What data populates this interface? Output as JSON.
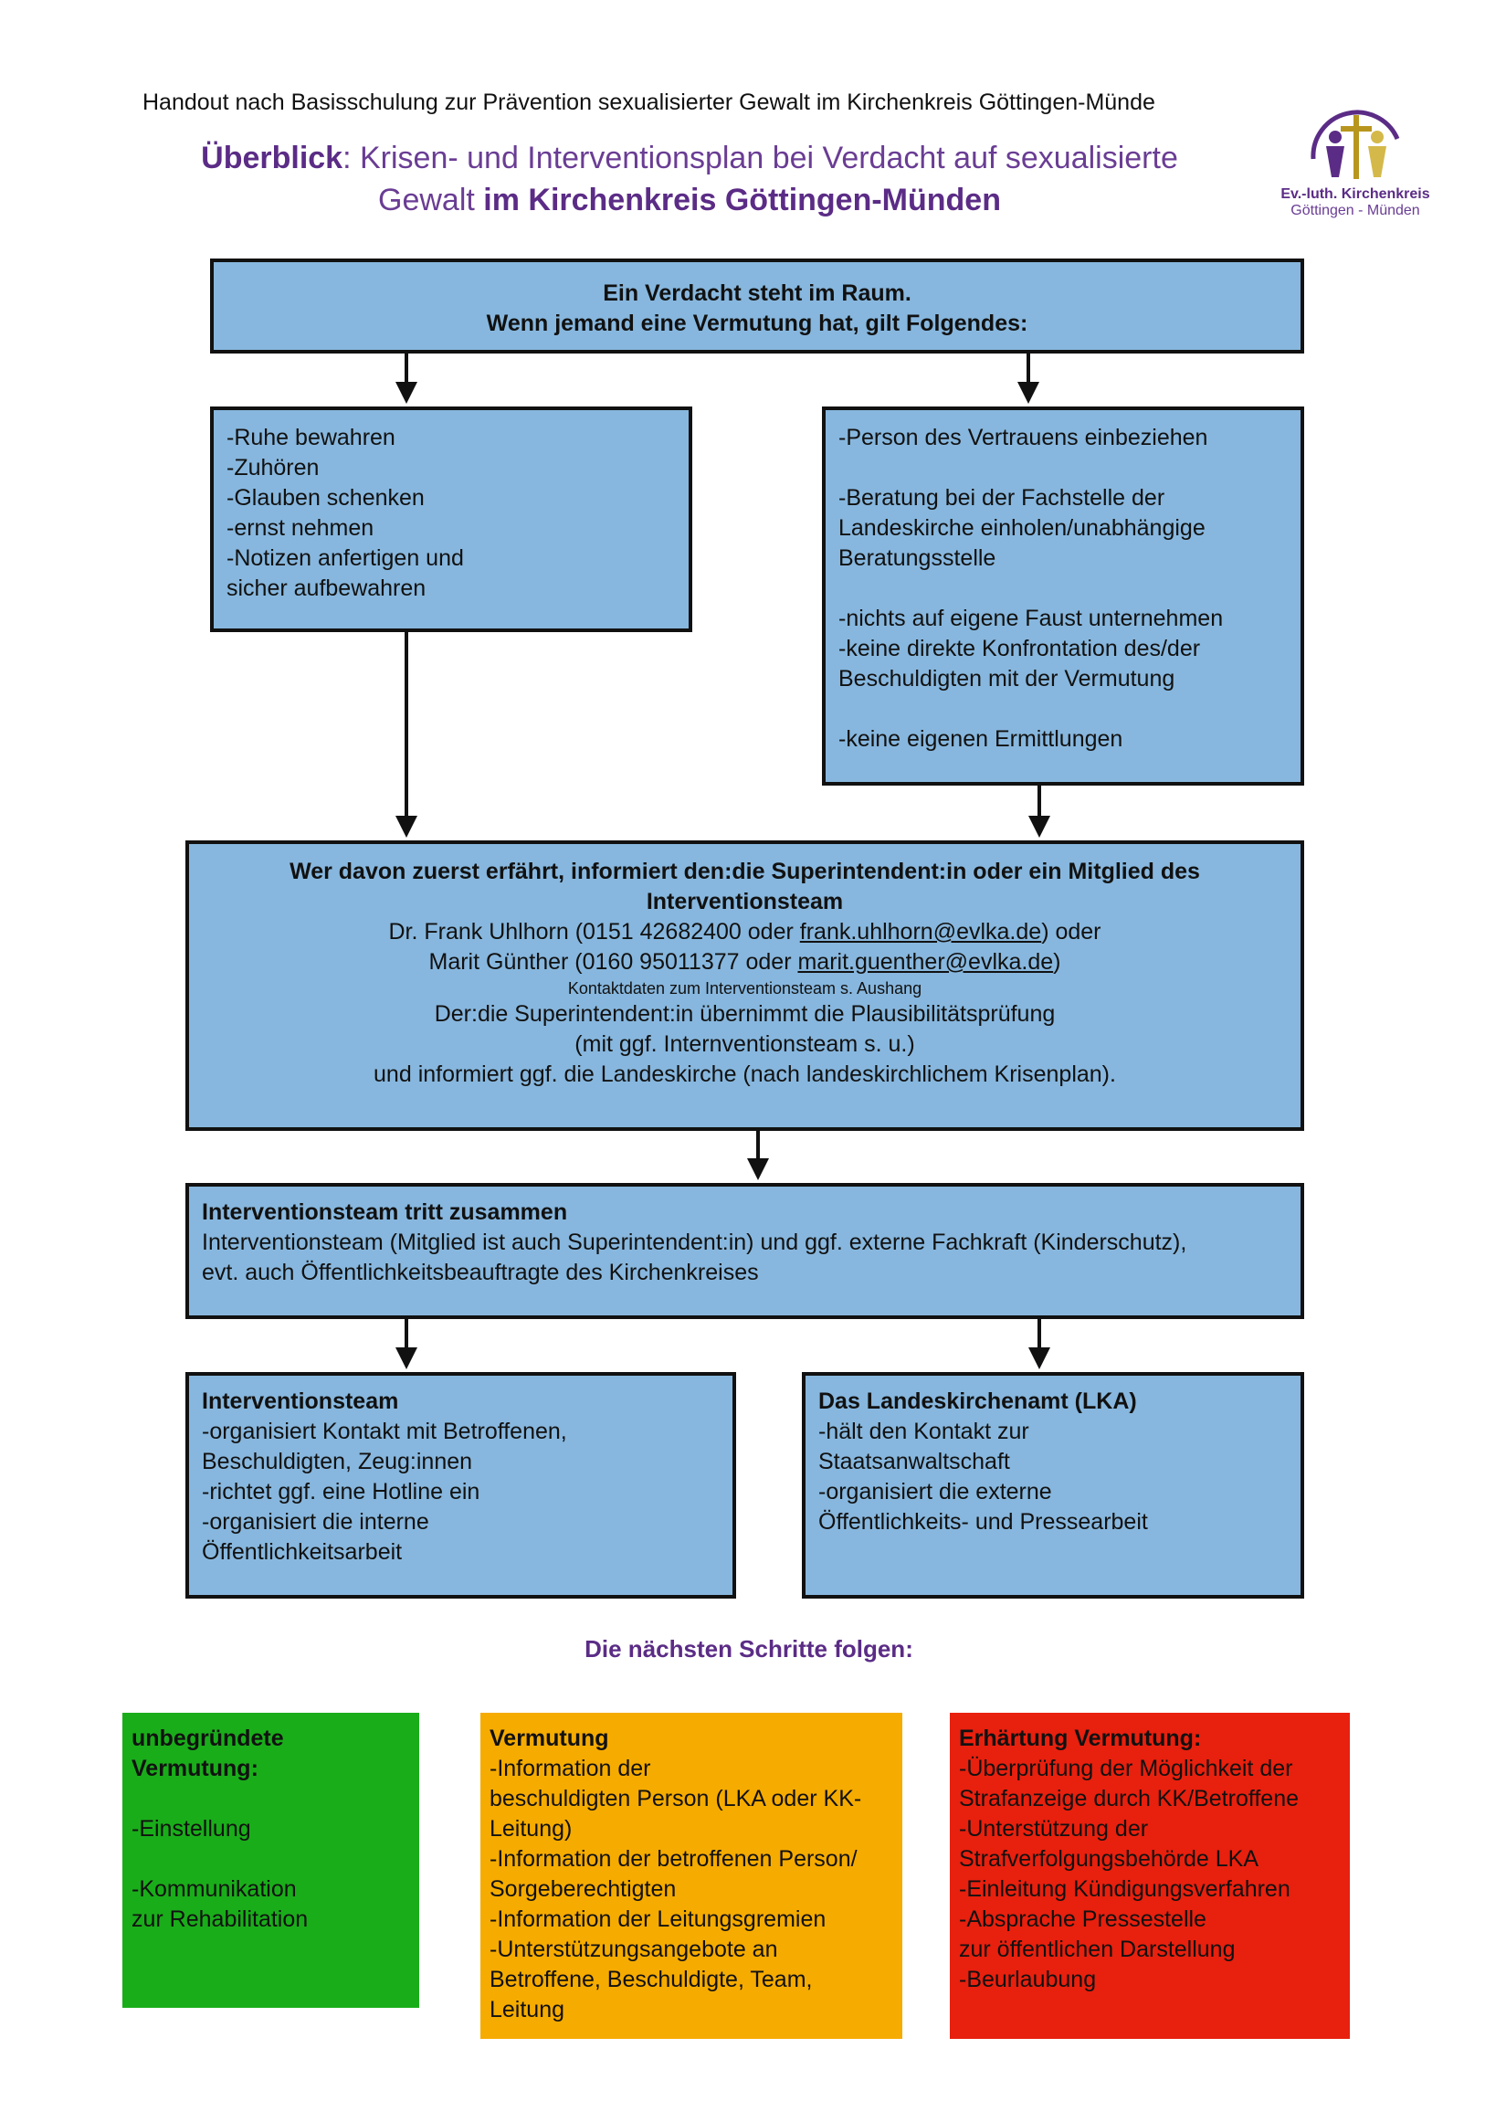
{
  "header": {
    "handout_line": "Handout nach Basisschulung zur Prävention sexualisierter Gewalt im Kirchenkreis Göttingen-Münde",
    "title_bold": "Überblick",
    "title_line1_rest": ": Krisen- und Interventionsplan bei Verdacht auf sexualisierte",
    "title_line2_plain": "Gewalt ",
    "title_line2_bold": "im Kirchenkreis Göttingen-Münden"
  },
  "logo": {
    "line1": "Ev.-luth. Kirchenkreis",
    "line2": "Göttingen - Münden"
  },
  "box_top": {
    "line1": "Ein Verdacht steht im Raum.",
    "line2": "Wenn jemand eine Vermutung hat, gilt Folgendes:"
  },
  "box_left": {
    "items": [
      "-Ruhe bewahren",
      "-Zuhören",
      "-Glauben schenken",
      "-ernst nehmen",
      "-Notizen anfertigen und",
      "sicher aufbewahren"
    ]
  },
  "box_right": {
    "group1": [
      "-Person des Vertrauens einbeziehen"
    ],
    "group2": [
      "-Beratung bei der Fachstelle der",
      "Landeskirche einholen/unabhängige",
      "Beratungsstelle"
    ],
    "group3": [
      "-nichts auf eigene Faust unternehmen",
      "-keine direkte Konfrontation des/der",
      "Beschuldigten mit der Vermutung"
    ],
    "group4": [
      "-keine eigenen Ermittlungen"
    ]
  },
  "box_super": {
    "heading1": "Wer davon zuerst erfährt, informiert den:die Superintendent:in oder ein Mitglied des",
    "heading2": "Interventionsteam",
    "contact1_pre": "Dr. Frank Uhlhorn (0151 42682400 oder ",
    "contact1_mail": "frank.uhlhorn@evlka.de",
    "contact1_post": ") oder",
    "contact2_pre": "Marit Günther (0160 95011377 oder ",
    "contact2_mail": "marit.guenther@evlka.de",
    "contact2_post": ")",
    "small_note": "Kontaktdaten zum Interventionsteam s. Aushang",
    "line_a": "Der:die Superintendent:in übernimmt die Plausibilitätsprüfung",
    "line_b": "(mit ggf. Internventionsteam s. u.)",
    "line_c": "und informiert ggf. die Landeskirche (nach landeskirchlichem Krisenplan)."
  },
  "box_team_meets": {
    "heading": "Interventionsteam tritt zusammen",
    "line1": "Interventionsteam (Mitglied ist auch Superintendent:in) und ggf. externe Fachkraft (Kinderschutz),",
    "line2": "evt. auch Öffentlichkeitsbeauftragte des Kirchenkreises"
  },
  "box_team": {
    "heading": "Interventionsteam",
    "items": [
      "-organisiert Kontakt mit Betroffenen,",
      "Beschuldigten, Zeug:innen",
      "-richtet ggf. eine Hotline ein",
      "-organisiert die interne",
      "Öffentlichkeitsarbeit"
    ]
  },
  "box_lka": {
    "heading": "Das Landeskirchenamt (LKA)",
    "items": [
      "-hält den Kontakt zur",
      "Staatsanwaltschaft",
      "-organisiert die externe",
      "Öffentlichkeits- und Pressearbeit"
    ]
  },
  "next_steps": "Die nächsten Schritte folgen:",
  "green": {
    "heading1": "unbegründete",
    "heading2": "Vermutung:",
    "item1": "-Einstellung",
    "item2a": "-Kommunikation",
    "item2b": "zur Rehabilitation"
  },
  "orange": {
    "heading": "Vermutung",
    "items": [
      "-Information der",
      "beschuldigten Person (LKA oder KK-",
      "Leitung)",
      "-Information der betroffenen Person/",
      "Sorgeberechtigten",
      "-Information der Leitungsgremien",
      "-Unterstützungsangebote an",
      "Betroffene, Beschuldigte, Team,",
      "Leitung"
    ]
  },
  "red": {
    "heading": "Erhärtung Vermutung:",
    "items": [
      "-Überprüfung der Möglichkeit der",
      "Strafanzeige durch KK/Betroffene",
      "-Unterstützung der",
      "Strafverfolgungsbehörde LKA",
      "-Einleitung Kündigungsverfahren",
      "-Absprache Pressestelle",
      "zur öffentlichen Darstellung",
      "-Beurlaubung"
    ]
  },
  "colors": {
    "box_blue": "#87b7de",
    "purple": "#5b2c86",
    "green": "#1aad1a",
    "orange": "#f6ab00",
    "red": "#e8200e"
  }
}
